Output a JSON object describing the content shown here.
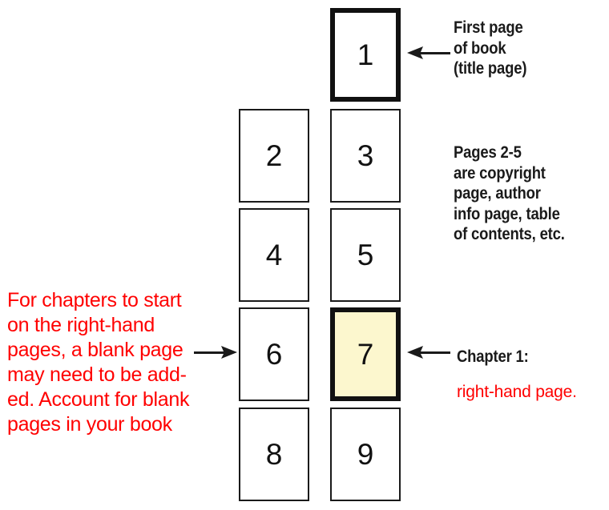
{
  "diagram": {
    "title": "Book page layout / spread diagram",
    "colors": {
      "page_border": "#1a1a1a",
      "page_fill": "#ffffff",
      "highlight_fill": "#fcf7ce",
      "annotation_red": "#ff0000",
      "annotation_black": "#1a1a1a",
      "background": "#ffffff"
    },
    "pages": [
      {
        "number": "1",
        "column": "right",
        "row": 0,
        "emphasis": true,
        "highlight": false
      },
      {
        "number": "2",
        "column": "left",
        "row": 1,
        "emphasis": false,
        "highlight": false
      },
      {
        "number": "3",
        "column": "right",
        "row": 1,
        "emphasis": false,
        "highlight": false
      },
      {
        "number": "4",
        "column": "left",
        "row": 2,
        "emphasis": false,
        "highlight": false
      },
      {
        "number": "5",
        "column": "right",
        "row": 2,
        "emphasis": false,
        "highlight": false
      },
      {
        "number": "6",
        "column": "left",
        "row": 3,
        "emphasis": false,
        "highlight": false
      },
      {
        "number": "7",
        "column": "right",
        "row": 3,
        "emphasis": true,
        "highlight": true
      },
      {
        "number": "8",
        "column": "left",
        "row": 4,
        "emphasis": false,
        "highlight": false
      },
      {
        "number": "9",
        "column": "right",
        "row": 4,
        "emphasis": false,
        "highlight": false
      }
    ],
    "annotations": {
      "first_page": "First page\nof book\n(title page)",
      "pages_2_5": "Pages 2-5\nare copyright\npage, author\ninfo page, table\nof contents, etc.",
      "chapter_1_label": "Chapter 1:",
      "chapter_1_detail": "right-hand page.",
      "blank_pages": "For chapters to start on the right-hand pages, a blank page may need to be add-ed. Account for blank pages in your book"
    },
    "arrows": [
      {
        "name": "arrow-to-page-1",
        "direction": "left",
        "color": "#1a1a1a"
      },
      {
        "name": "arrow-to-page-7",
        "direction": "left",
        "color": "#1a1a1a"
      },
      {
        "name": "arrow-to-page-6",
        "direction": "right",
        "color": "#1a1a1a"
      }
    ]
  }
}
